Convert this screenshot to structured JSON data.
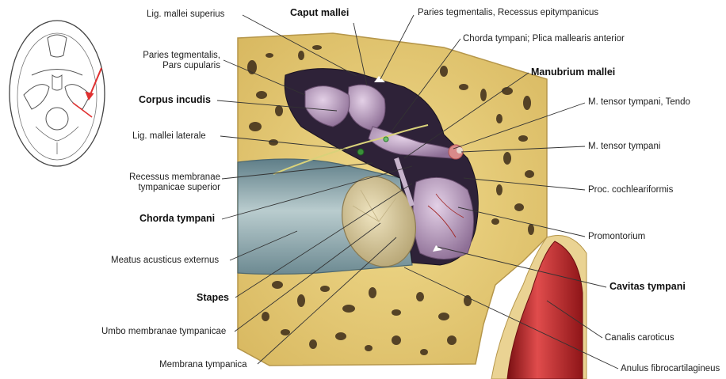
{
  "labels": {
    "lig_mallei_superius": "Lig. mallei superius",
    "caput_mallei": "Caput mallei",
    "paries_tegmentalis_recessus": "Paries tegmentalis, Recessus epitympanicus",
    "chorda_tympani_plica": "Chorda tympani; Plica mallearis anterior",
    "paries_tegmentalis_pars_1": "Paries tegmentalis,",
    "paries_tegmentalis_pars_2": "Pars cupularis",
    "manubrium_mallei": "Manubrium mallei",
    "corpus_incudis": "Corpus incudis",
    "m_tensor_tympani_tendo": "M. tensor tympani, Tendo",
    "lig_mallei_laterale": "Lig. mallei laterale",
    "m_tensor_tympani": "M. tensor tympani",
    "recessus_membranae_1": "Recessus membranae",
    "recessus_membranae_2": "tympanicae superior",
    "proc_cochleariformis": "Proc. cochleariformis",
    "chorda_tympani": "Chorda tympani",
    "promontorium": "Promontorium",
    "meatus_acusticus_externus": "Meatus acusticus externus",
    "cavitas_tympani": "Cavitas tympani",
    "stapes": "Stapes",
    "canalis_caroticus": "Canalis caroticus",
    "umbo_membranae_tympanicae": "Umbo membranae tympanicae",
    "membrana_tympanica": "Membrana tympanica",
    "anulus_fibrocartilagineus": "Anulus fibrocartilagineus"
  },
  "colors": {
    "bone": "#e8cf7a",
    "bone_dark": "#c9a84e",
    "marrow": "#3a2a18",
    "canal": "#7d9aa3",
    "canal_light": "#aac0c4",
    "cavity": "#2a1f33",
    "ossicle": "#b9a0bf",
    "membrane": "#d9cba0",
    "artery": "#c4262c",
    "leader": "#333333",
    "arrow": "#e03030"
  }
}
